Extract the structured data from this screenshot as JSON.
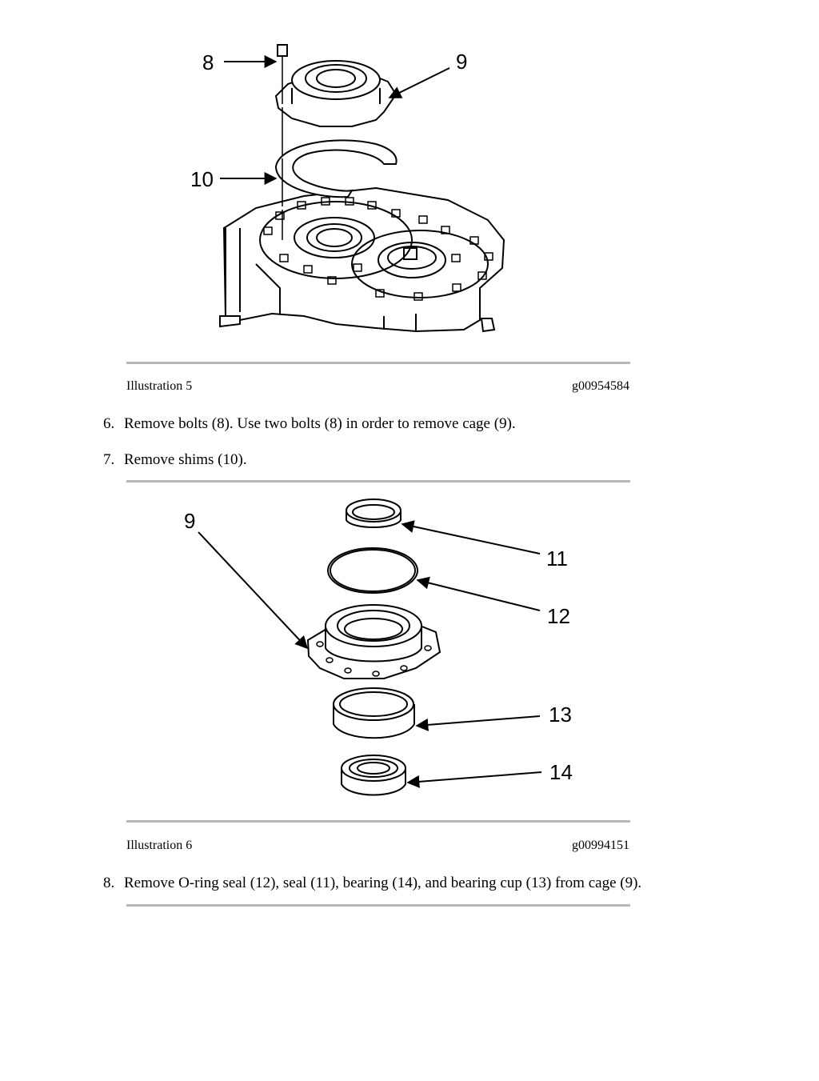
{
  "figure1": {
    "callouts": [
      "8",
      "9",
      "10"
    ],
    "caption_label": "Illustration 5",
    "caption_id": "g00954584"
  },
  "steps": [
    {
      "number": "6.",
      "text": "Remove bolts (8). Use two bolts (8) in order to remove cage (9)."
    },
    {
      "number": "7.",
      "text": "Remove shims (10)."
    },
    {
      "number": "8.",
      "text": "Remove O-ring seal (12), seal (11), bearing (14), and bearing cup (13) from cage (9)."
    }
  ],
  "figure2": {
    "callouts": [
      "9",
      "11",
      "12",
      "13",
      "14"
    ],
    "caption_label": "Illustration 6",
    "caption_id": "g00994151"
  }
}
